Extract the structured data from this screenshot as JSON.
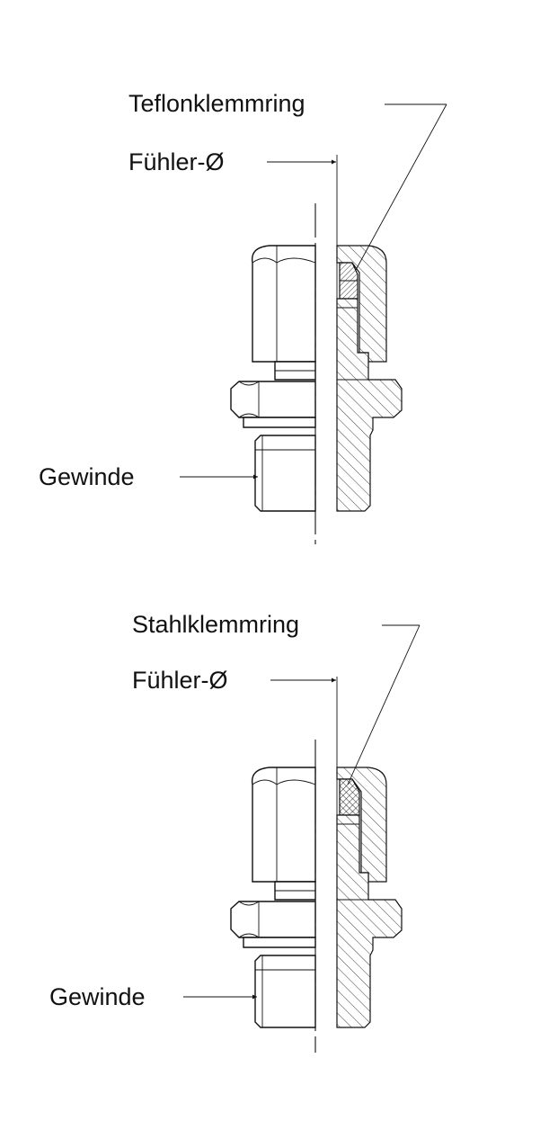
{
  "diagrams": [
    {
      "ring_label": "Teflonklemmring",
      "diameter_label": "Fühler-Ø",
      "thread_label": "Gewinde"
    },
    {
      "ring_label": "Stahlklemmring",
      "diameter_label": "Fühler-Ø",
      "thread_label": "Gewinde"
    }
  ]
}
